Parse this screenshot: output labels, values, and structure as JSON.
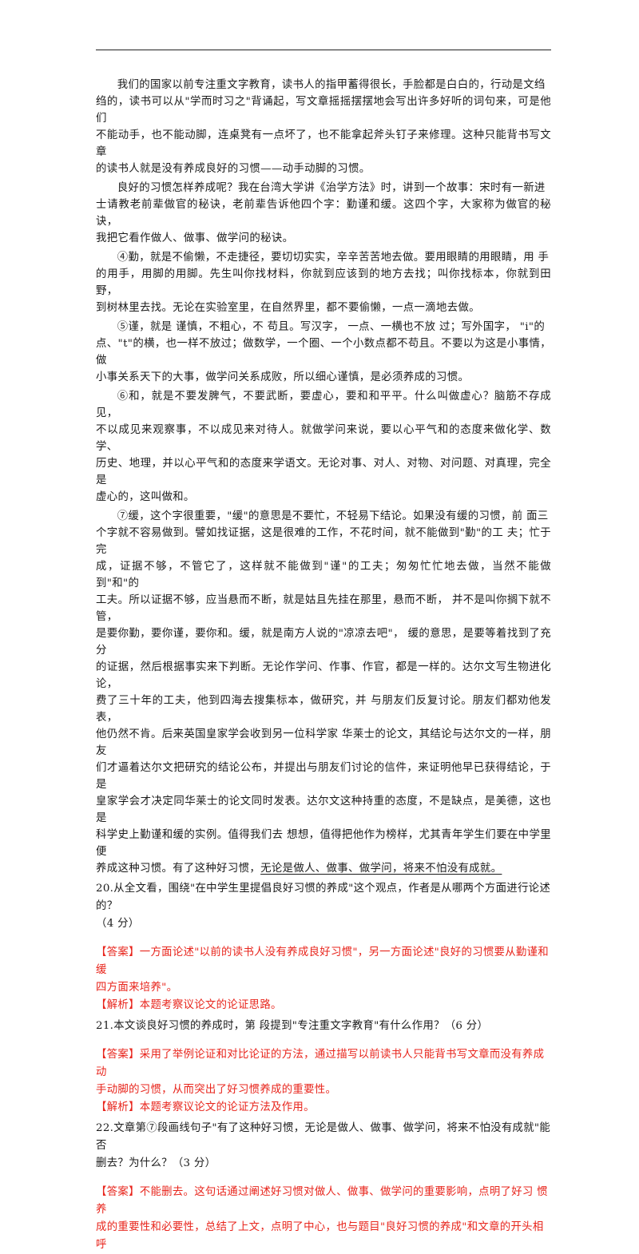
{
  "paragraphs": [
    {
      "lines": [
        "我们的国家以前专注重文字教育，读书人的指甲蓄得很长，手脸都是白白的，行动是文绉",
        "绉的，读书可以从\"学而时习之\"背诵起，写文章摇摇摆摆地会写出许多好听的词句来，可是他们",
        "不能动手，也不能动脚，连桌凳有一点坏了，也不能拿起斧头钉子来修理。这种只能背书写文章",
        "的读书人就是没有养成良好的习惯——动手动脚的习惯。"
      ]
    },
    {
      "lines": [
        "良好的习惯怎样养成呢？我在台湾大学讲《治学方法》时，讲到一个故事：宋时有一新进",
        "士请教老前辈做官的秘诀，老前辈告诉他四个字：勤谨和缓。这四个字，大家称为做官的秘诀，",
        "我把它看作做人、做事、做学问的秘诀。"
      ]
    },
    {
      "lines": [
        "④勤，就是不偷懒，不走捷径，要切切实实，辛辛苦苦地去做。要用眼睛的用眼睛，用 手",
        "的用手，用脚的用脚。先生叫你找材料，你就到应该到的地方去找；叫你找标本，你就到田野，",
        "到树林里去找。无论在实验室里，在自然界里，都不要偷懒，一点一滴地去做。"
      ]
    },
    {
      "lines": [
        "⑤谨，就是 谨慎，不粗心，不 苟且。写汉字， 一点、一横也不放 过；写外国字， \"i\"的",
        "点、\"t\"的横，也一样不放过；做数学，一个圈、一个小数点都不苟且。不要以为这是小事情，做",
        "小事关系天下的大事，做学问关系成败，所以细心谨慎，是必须养成的习惯。"
      ]
    },
    {
      "lines": [
        "⑥和，就是不要发脾气，不要武断，要虚心，要和和平平。什么叫做虚心？脑筋不存成见，",
        "不以成见来观察事，不以成见来对待人。就做学问来说，要以心平气和的态度来做化学、数学、",
        "历史、地理，并以心平气和的态度来学语文。无论对事、对人、对物、对问题、对真理，完全是",
        "虚心的，这叫做和。"
      ]
    },
    {
      "lines": [
        "⑦缓，这个字很重要，\"缓\"的意思是不要忙，不轻易下结论。如果没有缓的习惯，前 面三",
        "个字就不容易做到。譬如找证据，这是很难的工作，不花时间，就不能做到\"勤\"的工 夫；忙于完",
        "成，证据不够，不管它了，这样就不能做到\"谨\"的工夫；匆匆忙忙地去做，当然不能做到\"和\"的",
        "工夫。所以证据不够，应当悬而不断，就是姑且先挂在那里，悬而不断， 并不是叫你搁下就不管，",
        "是要你勤，要你谨，要你和。缓，就是南方人说的\"凉凉去吧\"， 缓的意思，是要等着找到了充分",
        "的证据，然后根据事实来下判断。无论作学问、作事、作官，都是一样的。达尔文写生物进化论，",
        "费了三十年的工夫，他到四海去搜集标本，做研究，并 与朋友们反复讨论。朋友们都劝他发表，",
        "他仍然不肯。后来英国皇家学会收到另一位科学家 华莱士的论文，其结论与达尔文的一样，朋友",
        "们才逼着达尔文把研究的结论公布，并提出与朋友们讨论的信件，来证明他早已获得结论，于是",
        "皇家学会才决定同华莱士的论文同时发表。达尔文这种持重的态度，不是缺点，是美德，这也是",
        "科学史上勤谨和缓的实例。值得我们去 想想，值得把他作为榜样，尤其青年学生们要在中学里便"
      ],
      "last_line_plain": "养成这种习惯。有了这种好习惯，",
      "last_line_underlined": "无论是做人、做事、做学问，将来不怕没有成就。"
    }
  ],
  "questions": [
    {
      "question": [
        "20.从全文看，围绕\"在中学生里提倡良好习惯的养成\"这个观点，作者是从哪两个方面进行论述的？",
        "（4 分）"
      ],
      "answer_tag": "【答案】",
      "answer": [
        "一方面论述\"以前的读书人没有养成良好习惯\"，另一方面论述\"良好的习惯要从勤谨和缓",
        "四方面来培养\"。"
      ],
      "analysis_tag": "【解析】",
      "analysis": "本题考察议论文的论证思路。"
    },
    {
      "question": [
        "21.本文谈良好习惯的养成时，第 段提到\"专注重文字教育\"有什么作用？（6 分）"
      ],
      "answer_tag": "【答案】",
      "answer": [
        "采用了举例论证和对比论证的方法，通过描写以前读书人只能背书写文章而没有养成动",
        "手动脚的习惯，从而突出了好习惯养成的重要性。"
      ],
      "analysis_tag": "【解析】",
      "analysis": "本题考察议论文的论证方法及作用。"
    },
    {
      "question": [
        "22.文章第⑦段画线句子\"有了这种好习惯，无论是做人、做事、做学问，将来不怕没有成就\"能否",
        "删去？为什么？（3 分）"
      ],
      "answer_tag": "【答案】",
      "answer": [
        "不能删去。这句话通过阐述好习惯对做人、做事、做学问的重要影响，点明了好习 惯养",
        "成的重要性和必要性，总结了上文，点明了中心，也与题目\"良好习惯的养成\"和文章的开头相呼"
      ],
      "analysis_tag": "",
      "analysis": ""
    }
  ],
  "colors": {
    "answer_red": "#e8251c",
    "text": "#1a1a1a"
  }
}
